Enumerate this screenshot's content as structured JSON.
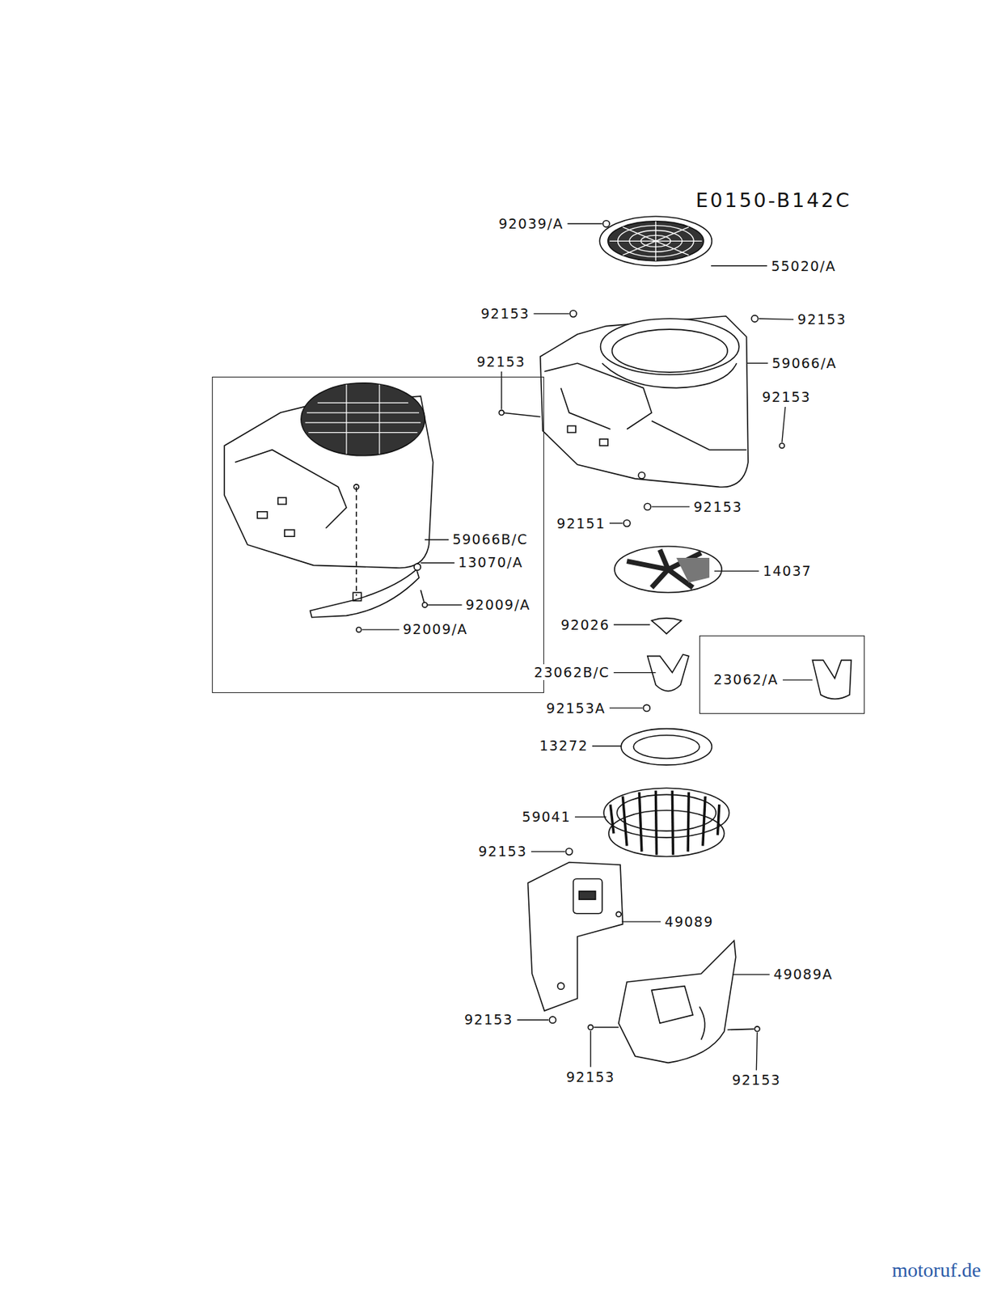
{
  "diagram": {
    "title": "E0150-B142C",
    "nodes": [
      {
        "text": [
          "59066B/C",
          "13070/A",
          "92009/A",
          "92009/A"
        ]
      },
      {
        "text": [
          "23062/A"
        ]
      }
    ],
    "labels": [
      "92039/A",
      "55020/A",
      "92153",
      "92153",
      "59066/A",
      "92153",
      "92153",
      "92153",
      "92151",
      "14037",
      "92026",
      "23062B/C",
      "92153A",
      "13272",
      "59041",
      "92153",
      "49089",
      "49089A",
      "92153",
      "92153",
      "92153",
      "motoruf.de"
    ]
  }
}
